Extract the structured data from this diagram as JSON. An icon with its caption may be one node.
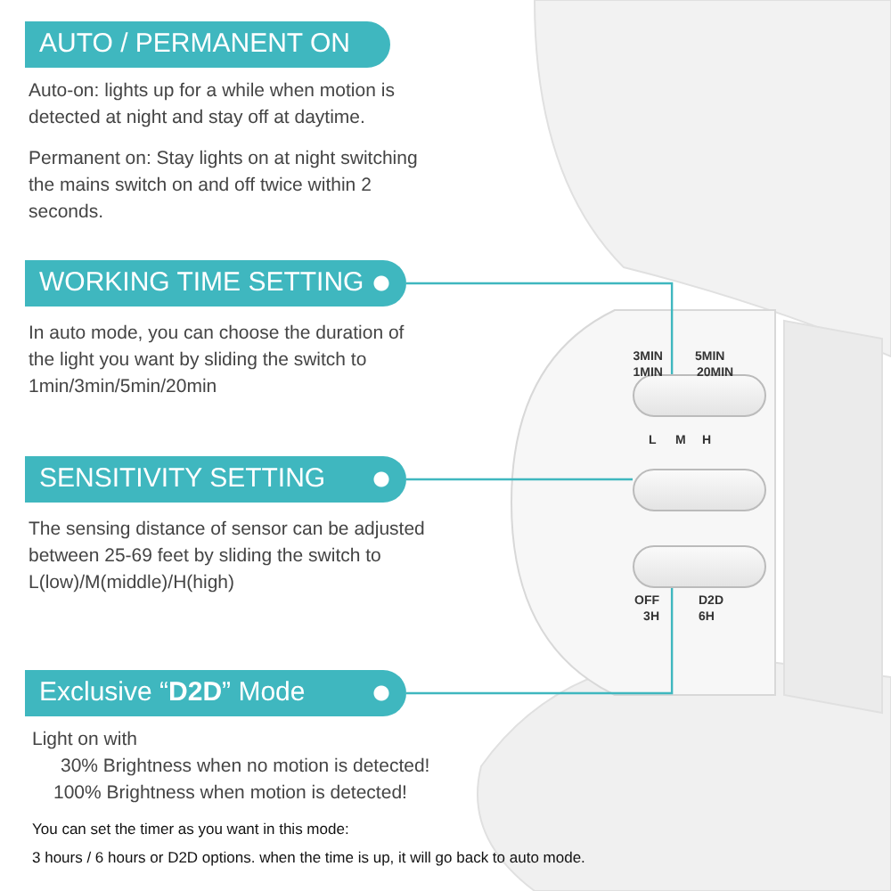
{
  "diagram": {
    "nodes": [
      {
        "text": [
          "AUTO / PERMANENT ON"
        ],
        "beside": [
          "Auto-on: lights up for a while when motion is detected at night and stay off at daytime.",
          "Permanent on: Stay lights on at night switching the mains switch on and off twice within 2 seconds."
        ]
      },
      {
        "text": [
          "WORKING TIME SETTING"
        ],
        "beside": [
          "In auto mode, you can choose the duration of the light you want by sliding the switch to 1min/3min/5min/20min"
        ]
      },
      {
        "text": [
          "SENSITIVITY SETTING"
        ],
        "beside": [
          "The sensing distance of sensor can be adjusted between 25-69 feet by sliding the switch to L(low)/M(middle)/H(high)"
        ]
      },
      {
        "text": [
          "Exclusive “**D2D**” Mode"
        ],
        "beside": [
          "Light on with",
          "30% Brightness when no motion is detected!",
          "100% Brightness when motion is detected!",
          "You can set the timer as you want in this mode:",
          "3 hours / 6 hours or D2D  options. when the time is up, it will go back to auto mode."
        ]
      },
      {
        "text": [],
        "shape": "picture"
      },
      {
        "text": [],
        "shape": "bar",
        "in": 4
      },
      {
        "text": [],
        "shape": "bar",
        "in": 4
      },
      {
        "text": [],
        "shape": "bar",
        "in": 4
      }
    ],
    "edges": [
      {
        "from": 1,
        "to": 5,
        "arrow": "none"
      },
      {
        "from": 2,
        "to": 6,
        "arrow": "none"
      },
      {
        "from": 3,
        "to": 7,
        "arrow": "none"
      }
    ],
    "labels": [
      "3MIN",
      "5MIN",
      "1MIN",
      "20MIN",
      "L",
      "M",
      "H",
      "OFF",
      "D2D",
      "3H",
      "6H"
    ]
  }
}
